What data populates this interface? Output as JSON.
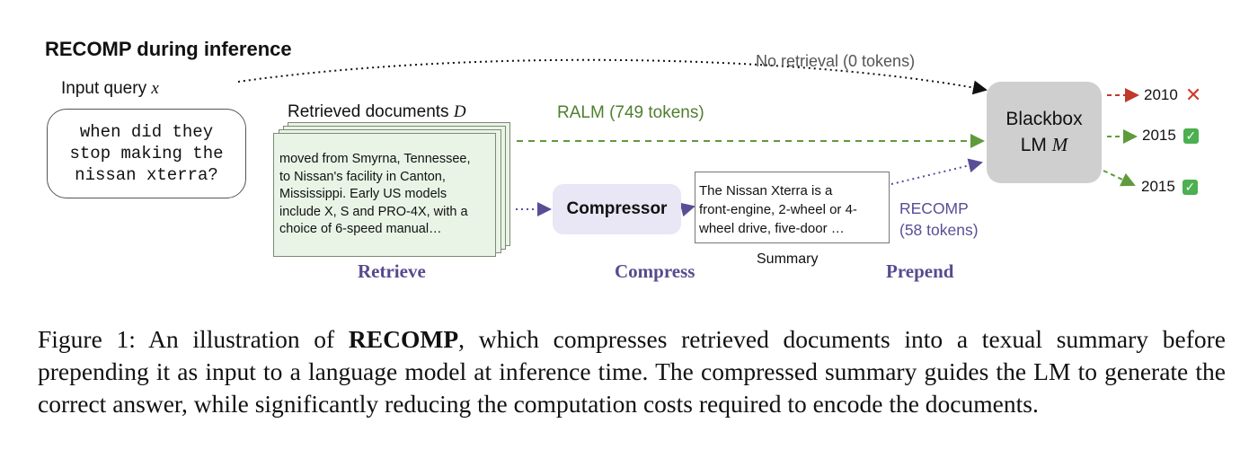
{
  "diagram": {
    "title": "RECOMP during inference",
    "input_label": "Input query",
    "input_var": "x",
    "query_text": "when did they\nstop making the\nnissan xterra?",
    "docs_label": "Retrieved documents",
    "docs_var": "D",
    "doc_text": "moved from Smyrna, Tennessee,\nto Nissan's facility in Canton,\nMississippi. Early US models\ninclude X, S and PRO-4X, with a\nchoice of 6-speed manual…",
    "compressor_label": "Compressor",
    "summary_text": "The Nissan Xterra is a\nfront-engine, 2-wheel or 4-\nwheel drive, five-door …",
    "summary_label": "Summary",
    "lm_line1": "Blackbox",
    "lm_line2_prefix": "LM",
    "lm_var": "M",
    "no_retrieval_label": "No retrieval  (0 tokens)",
    "ralm_label": "RALM  (749 tokens)",
    "recomp_label": "RECOMP\n(58 tokens)",
    "stages": {
      "retrieve": "Retrieve",
      "compress": "Compress",
      "prepend": "Prepend"
    },
    "outputs": [
      {
        "value": "2010",
        "mark": "✕"
      },
      {
        "value": "2015",
        "mark": "✓"
      },
      {
        "value": "2015",
        "mark": "✓"
      }
    ]
  },
  "caption": {
    "prefix": "Figure 1: An illustration of ",
    "bold": "RECOMP",
    "rest": ", which compresses retrieved documents into a texual summary before prepending it as input to a language model at inference time. The compressed summary guides the LM to generate the correct answer, while significantly reducing the computation costs required to encode the documents."
  },
  "colors": {
    "ralm": "#5f9a3c",
    "recomp": "#5a4d96",
    "wrong": "#d23a2a",
    "correct": "#4caf50",
    "doc_fill": "#e9f4e6",
    "compressor_fill": "#e9e6f5",
    "lm_fill": "#cfcfcf"
  }
}
